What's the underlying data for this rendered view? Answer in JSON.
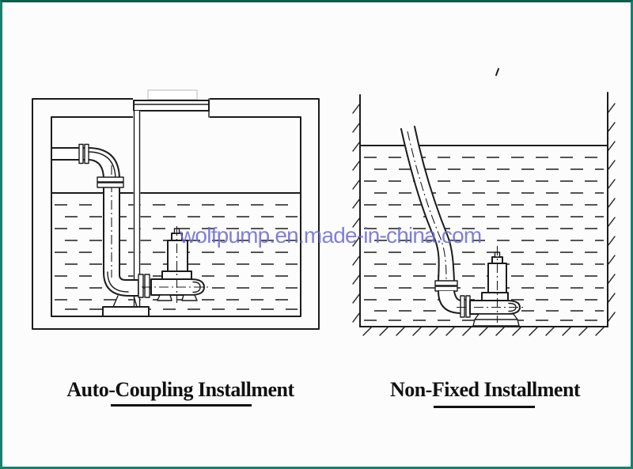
{
  "colors": {
    "border_teal": "#17806e",
    "ink": "#1c1c1c",
    "watermark_blue": "#6b6bd6",
    "background": "#fcfcfd"
  },
  "watermark": {
    "text": "wolfpump.en.made-in-china.com"
  },
  "figures": {
    "left": {
      "caption": "Auto-Coupling Installment"
    },
    "right": {
      "caption": "Non-Fixed Installment"
    }
  }
}
